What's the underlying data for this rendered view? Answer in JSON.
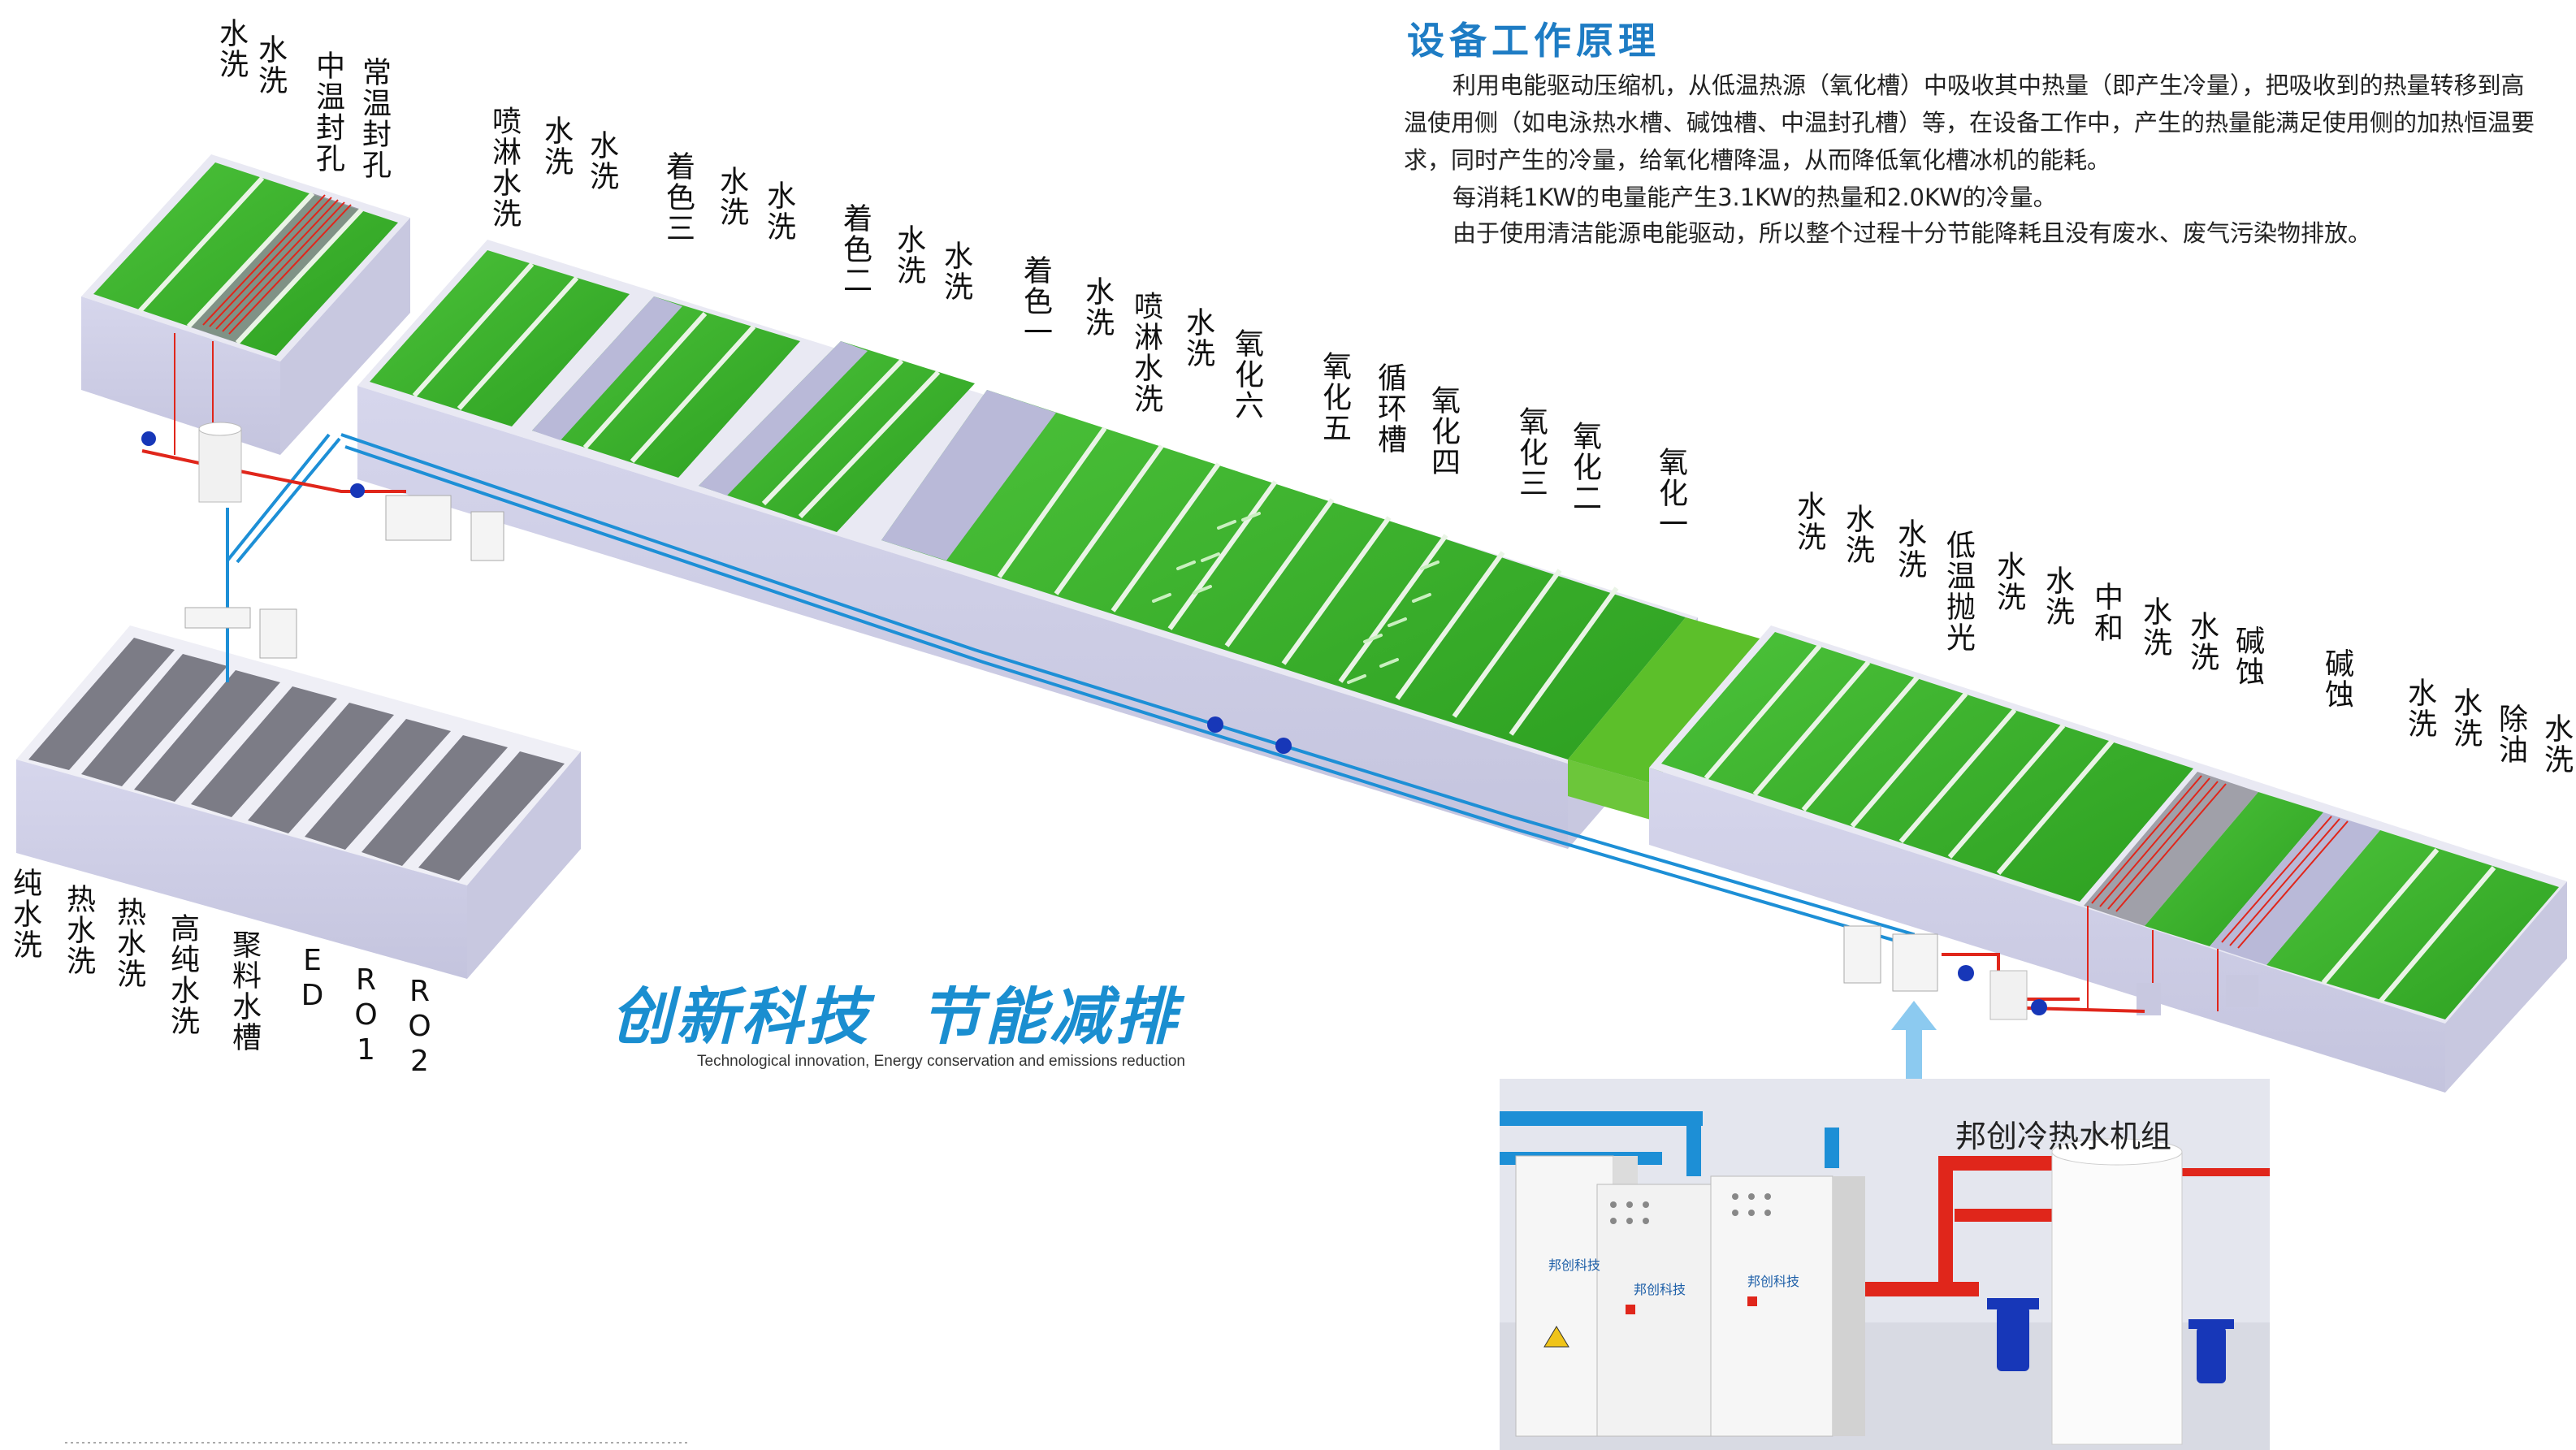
{
  "principle": {
    "title": "设备工作原理",
    "p1": "利用电能驱动压缩机，从低温热源（氧化槽）中吸收其中热量（即产生冷量），把吸收到的热量转移到高温使用侧（如电泳热水槽、碱蚀槽、中温封孔槽）等，在设备工作中，产生的热量能满足使用侧的加热恒温要求，同时产生的冷量，给氧化槽降温，从而降低氧化槽冰机的能耗。",
    "p2": "每消耗1KW的电量能产生3.1KW的热量和2.0KW的冷量。",
    "p3": "由于使用清洁能源电能驱动，所以整个过程十分节能降耗且没有废水、废气污染物排放。"
  },
  "tank_labels": {
    "top_left": [
      "水洗",
      "水洗",
      "中温封孔",
      "常温封孔"
    ],
    "row_a": [
      "喷淋水洗",
      "水洗",
      "水洗",
      "着色三",
      "水洗",
      "水洗",
      "着色二",
      "水洗",
      "水洗",
      "着色一",
      "水洗",
      "喷淋水洗",
      "水洗",
      "氧化六",
      "氧化五",
      "循环槽",
      "氧化四",
      "氧化三",
      "氧化二",
      "氧化一"
    ],
    "row_b": [
      "水洗",
      "水洗",
      "水洗",
      "低温抛光",
      "水洗",
      "水洗",
      "中和",
      "水洗",
      "水洗",
      "碱蚀",
      "碱蚀",
      "水洗",
      "水洗",
      "除油",
      "水洗"
    ],
    "pure_water": [
      "纯水洗",
      "热水洗",
      "热水洗",
      "高纯水洗",
      "聚料水槽",
      "ED",
      "RO1",
      "RO2"
    ]
  },
  "slogan": {
    "cn_left": "创新科技",
    "cn_right": "节能减排",
    "en": "Technological innovation, Energy conservation and emissions reduction"
  },
  "inset": {
    "title": "邦创冷热水机组",
    "brand": "邦创科技"
  },
  "colors": {
    "tank_green": "#3db52c",
    "tank_green_dark": "#1f8a17",
    "tank_wall": "#cfcfe6",
    "tank_wall_dark": "#b9b9d8",
    "hot_pipe": "#e0261b",
    "cold_pipe": "#1d8fd6",
    "pump": "#1737b8",
    "title_blue": "#1e7cc4"
  }
}
